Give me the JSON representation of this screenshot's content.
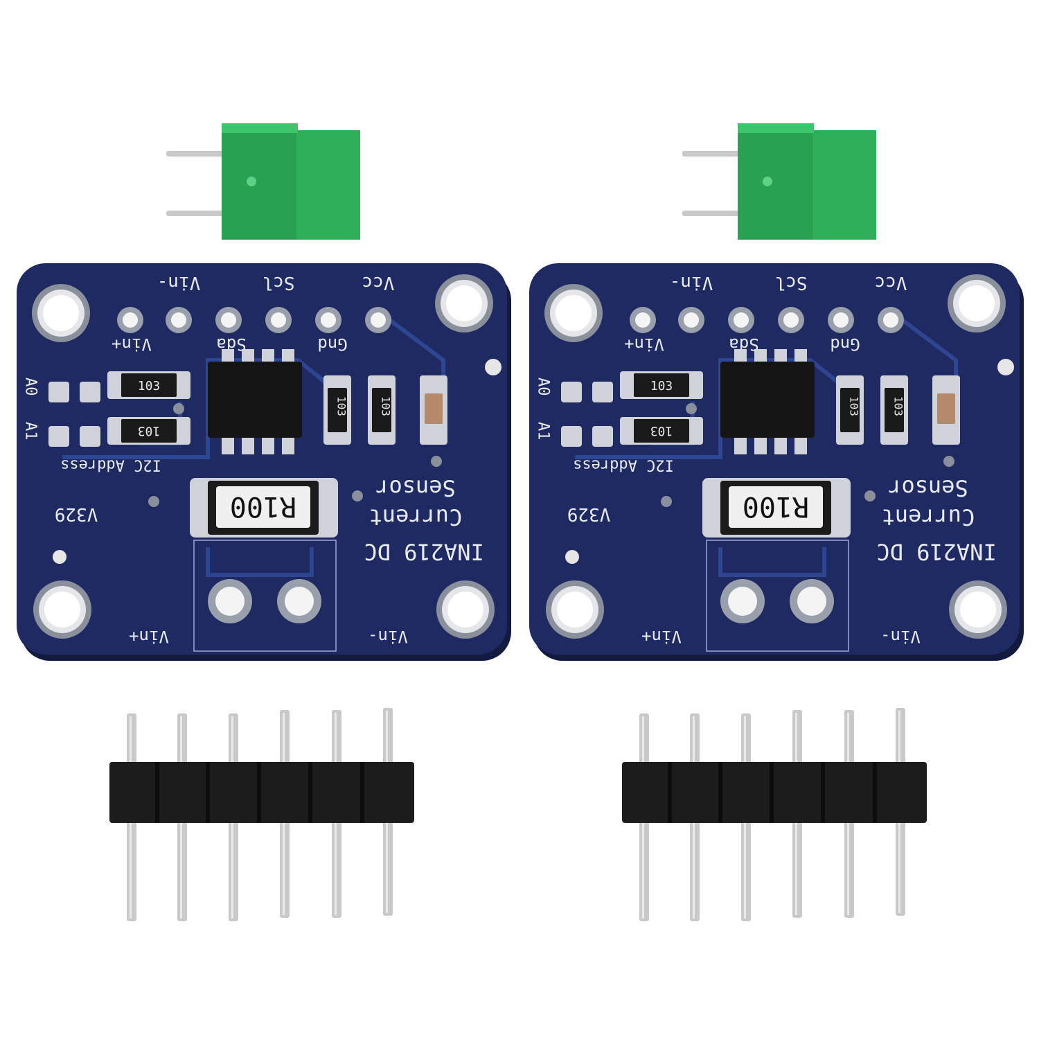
{
  "colors": {
    "pcb": "#1f2a63",
    "pcb_edge": "#2a336f",
    "pcb_shadow": "#121a40",
    "trace": "#2e4592",
    "silk": "#e9ecf7",
    "pad": "#cfd2d8",
    "terminal_green": "#2fae5a",
    "header_black": "#1c1c1c",
    "pin_metal": "#c9c9c9"
  },
  "boards": [
    {
      "pin_labels_top": [
        "Vin-",
        "Scl",
        "Vcc"
      ],
      "pin_labels_bottom": [
        "Vin+",
        "Sda",
        "Gnd"
      ],
      "address_labels": [
        "A0",
        "A1"
      ],
      "address_caption": "I2C Address",
      "resistor_codes": [
        "103",
        "103",
        "103",
        "103"
      ],
      "shunt_code": "R100",
      "title_lines": [
        "Current",
        "Sensor"
      ],
      "model_line": "INA219 DC",
      "version": "V329",
      "terminal_labels": [
        "Vin+",
        "Vin-"
      ]
    },
    {
      "pin_labels_top": [
        "Vin-",
        "Scl",
        "Vcc"
      ],
      "pin_labels_bottom": [
        "Vin+",
        "Sda",
        "Gnd"
      ],
      "address_labels": [
        "A0",
        "A1"
      ],
      "address_caption": "I2C Address",
      "resistor_codes": [
        "103",
        "103",
        "103",
        "103"
      ],
      "shunt_code": "R100",
      "title_lines": [
        "Current",
        "Sensor"
      ],
      "model_line": "INA219 DC",
      "version": "V329",
      "terminal_labels": [
        "Vin+",
        "Vin-"
      ]
    }
  ],
  "accessories": {
    "terminal_block_count": 2,
    "terminal_pins_each": 2,
    "header_count": 2,
    "header_pins_each": 6
  }
}
